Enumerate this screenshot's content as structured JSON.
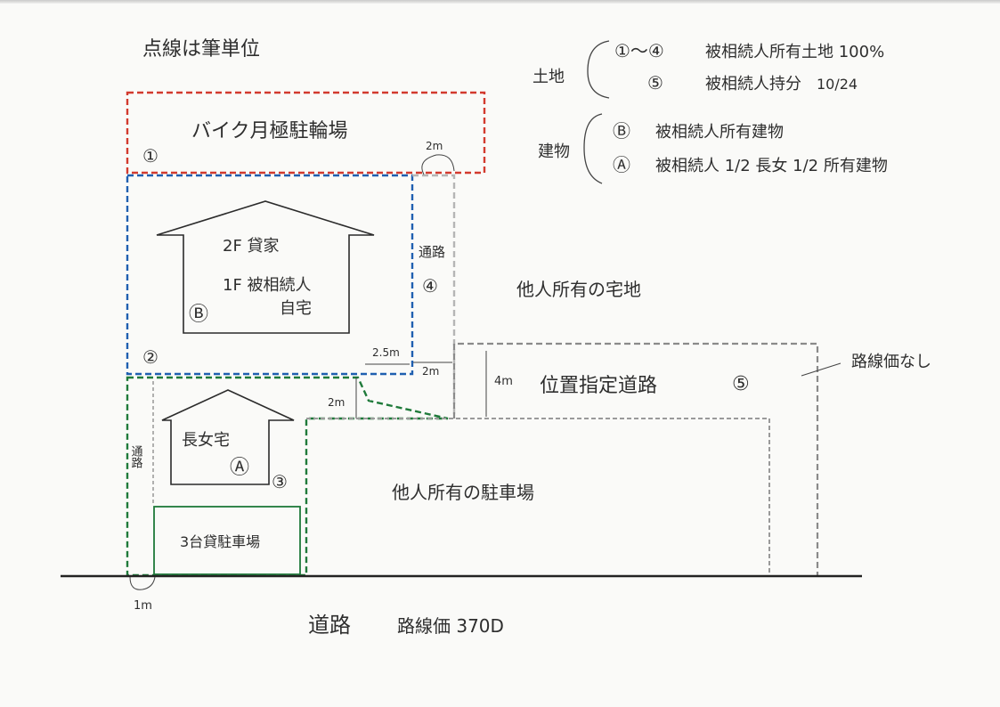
{
  "colors": {
    "ink": "#2b2b2b",
    "pencil": "#555555",
    "parcel_1": "#d23a2e",
    "parcel_2": "#1f5fb0",
    "parcel_3": "#1f7a3a",
    "parcel_4": "#b5b5b5",
    "parcel_5": "#8a8a8a"
  },
  "notes": {
    "dotted_lines": "点線は筆単位"
  },
  "legend": {
    "land_label": "土地",
    "land_row1_marks": "①～④",
    "land_row1_text": "被相続人所有土地 100%",
    "land_row2_mark": "⑤",
    "land_row2_text": "被相続人持分",
    "land_row2_share": "10/24",
    "building_label": "建物",
    "building_row1_mark": "Ⓑ",
    "building_row1_text": "被相続人所有建物",
    "building_row2_mark": "Ⓐ",
    "building_row2_text": "被相続人 1/2 長女 1/2 所有建物"
  },
  "parcels": {
    "p1_label": "バイク月極駐輪場",
    "p1_num": "①",
    "p2_num": "②",
    "p3_num": "③",
    "p4_num": "④",
    "p4_label": "通路",
    "p5_label": "位置指定道路",
    "p5_num": "⑤"
  },
  "buildings": {
    "b_floor2": "2F 貸家",
    "b_floor1": "1F 被相続人",
    "b_floor1_sub": "自宅",
    "b_mark": "Ⓑ",
    "a_label": "長女宅",
    "a_mark": "Ⓐ",
    "parking_label": "3台貸駐車場",
    "passage_label": "通路"
  },
  "surroundings": {
    "other_residential": "他人所有の宅地",
    "other_parking": "他人所有の駐車場",
    "no_route_price": "路線価なし",
    "road": "道路",
    "road_price": "路線価 370D"
  },
  "dimensions": {
    "d_2m_top": "2m",
    "d_25m": "2.5m",
    "d_2m_mid": "2m",
    "d_2m_left": "2m",
    "d_4m": "4m",
    "d_1m": "1m"
  }
}
